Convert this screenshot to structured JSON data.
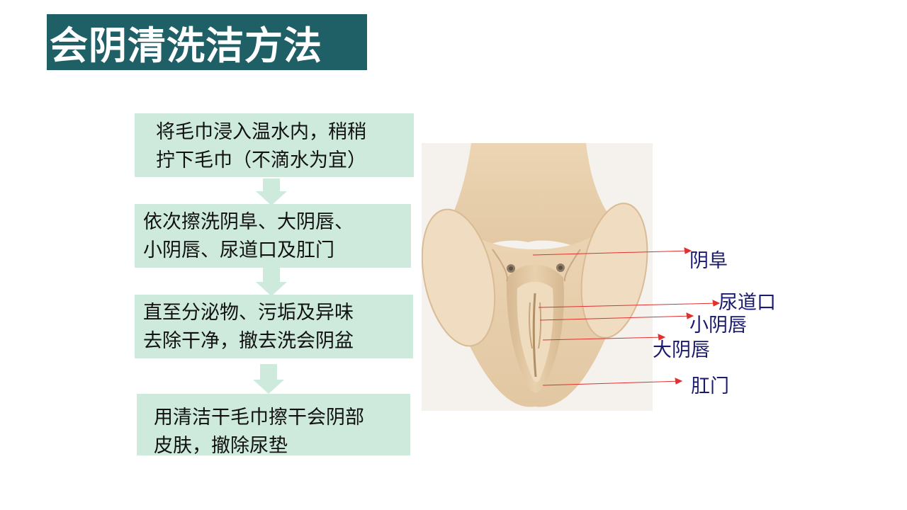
{
  "title": "会阴清洗洁方法",
  "steps": [
    {
      "line1": "将毛巾浸入温水内，稍稍",
      "line2": "拧下毛巾（不滴水为宜）"
    },
    {
      "line1": "依次擦洗阴阜、大阴唇、",
      "line2": "小阴唇、尿道口及肛门"
    },
    {
      "line1": "直至分泌物、污垢及异味",
      "line2": "去除干净，撤去洗会阴盆"
    },
    {
      "line1": "用清洁干毛巾擦干会阴部",
      "line2": "皮肤，撤除尿垫"
    }
  ],
  "labels": {
    "mons": "阴阜",
    "urethra": "尿道口",
    "labia_minora": "小阴唇",
    "labia_majora": "大阴唇",
    "anus": "肛门"
  },
  "colors": {
    "title_bg": "#1f5f66",
    "step_bg": "#cdeadc",
    "arrow": "#cdeadc",
    "label_text": "#1a1a6e",
    "pointer_line": "#e03030"
  }
}
